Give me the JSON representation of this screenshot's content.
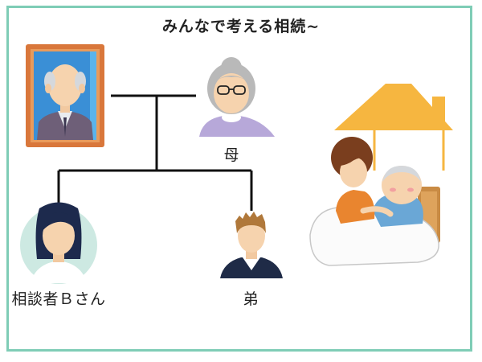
{
  "title": "みんなで考える相続~",
  "nodes": {
    "mother_label": "母",
    "consultant_label": "相談者Ｂさん",
    "brother_label": "弟"
  },
  "colors": {
    "frame_border": "#7fcdb6",
    "line": "#111111",
    "roof": "#f6b640",
    "portrait_frame": "#d9773b"
  },
  "icons": {
    "deceased": "deceased-father-portrait-icon",
    "mother": "grandmother-icon",
    "consultant": "woman-avatar-icon",
    "brother": "man-avatar-icon",
    "care": "caregiving-house-illustration"
  }
}
